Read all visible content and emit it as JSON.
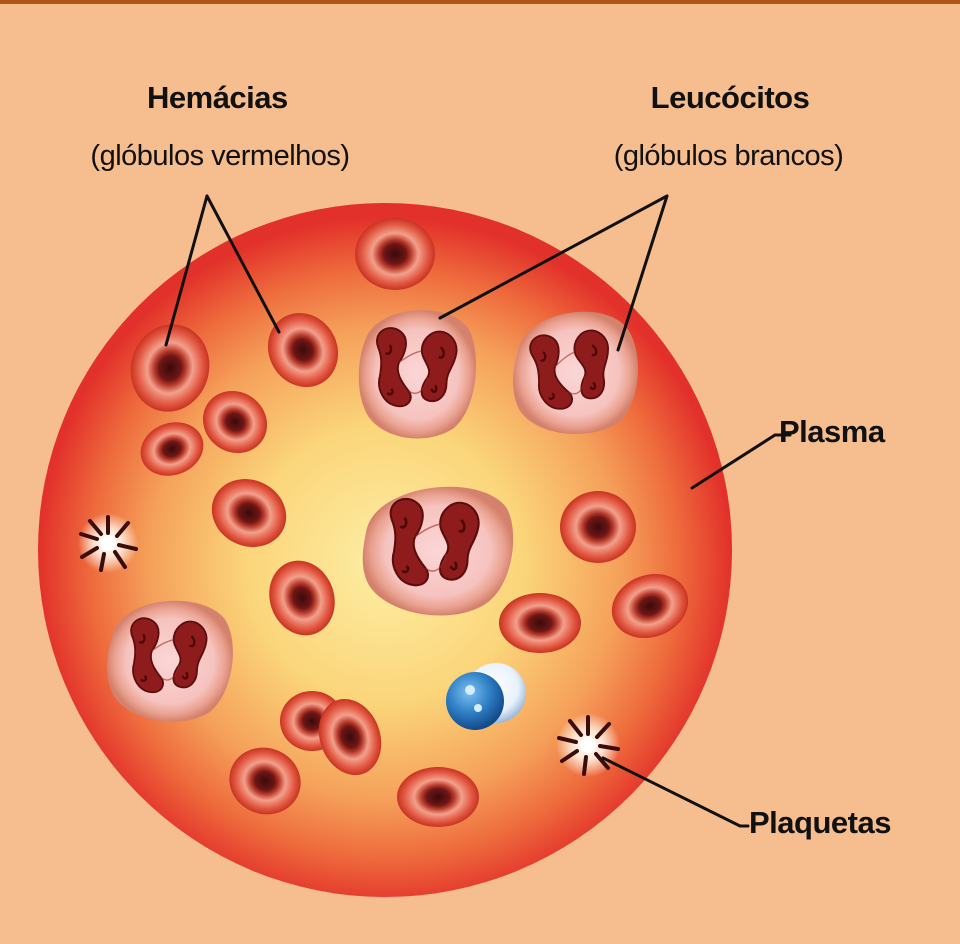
{
  "diagram": {
    "colors": {
      "background": "#f6bd8e",
      "plasma_center": "#fde89a",
      "plasma_edge": "#e5302a",
      "red_cell": "#e2543e",
      "white_cell_membrane": "#e89a88",
      "white_cell_nucleus": "#8e1c1c",
      "lymphocyte": "#2e7bbf"
    },
    "labels": {
      "hemacias": {
        "title": "Hemácias",
        "subtitle": "(glóbulos vermelhos)"
      },
      "leucocitos": {
        "title": "Leucócitos",
        "subtitle": "(glóbulos brancos)"
      },
      "plasma": "Plasma",
      "plaquetas": "Plaquetas"
    }
  }
}
